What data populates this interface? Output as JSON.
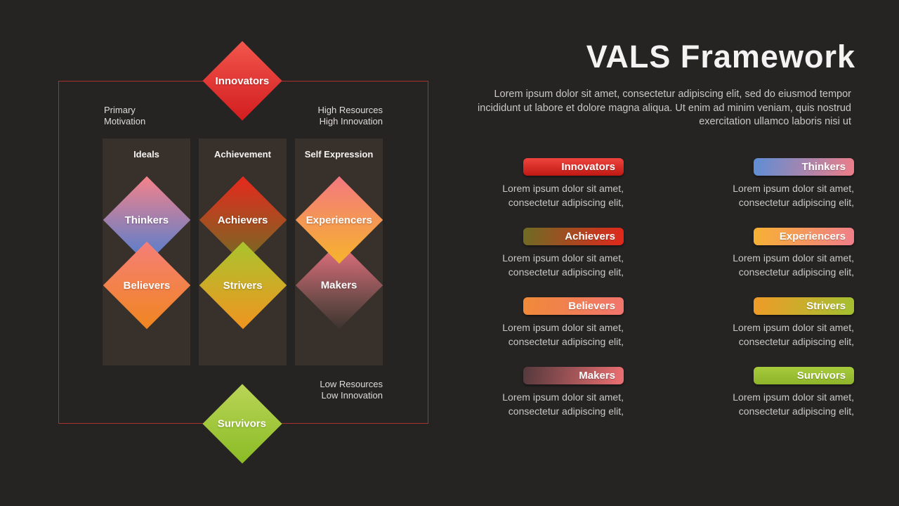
{
  "slide_title": "VALS Framework",
  "intro_text": "Lorem ipsum dolor sit amet, consectetur adipiscing elit, sed do eiusmod tempor incididunt ut labore et dolore magna aliqua. Ut enim ad minim veniam, quis nostrud exercitation ullamco laboris nisi ut",
  "diagram": {
    "top_diamond": "Innovators",
    "bottom_diamond": "Survivors",
    "labels": {
      "primary_motivation": "Primary\nMotivation",
      "high_resources": "High Resources\nHigh Innovation",
      "low_resources": "Low Resources\nLow Innovation"
    },
    "columns": [
      {
        "title": "Ideals",
        "top": "Thinkers",
        "bottom": "Believers"
      },
      {
        "title": "Achievement",
        "top": "Achievers",
        "bottom": "Strivers"
      },
      {
        "title": "Self Expression",
        "top": "Experiencers",
        "bottom": "Makers"
      }
    ]
  },
  "legend": {
    "left_items": [
      {
        "label": "Innovators",
        "text": "Lorem ipsum dolor sit amet, consectetur adipiscing elit,"
      },
      {
        "label": "Achievers",
        "text": "Lorem ipsum dolor sit amet, consectetur adipiscing elit,"
      },
      {
        "label": "Believers",
        "text": "Lorem ipsum dolor sit amet, consectetur adipiscing elit,"
      },
      {
        "label": "Makers",
        "text": "Lorem ipsum dolor sit amet, consectetur adipiscing elit,"
      }
    ],
    "right_items": [
      {
        "label": "Thinkers",
        "text": "Lorem ipsum dolor sit amet, consectetur adipiscing elit,"
      },
      {
        "label": "Experiencers",
        "text": "Lorem ipsum dolor sit amet, consectetur adipiscing elit,"
      },
      {
        "label": "Strivers",
        "text": "Lorem ipsum dolor sit amet, consectetur adipiscing elit,"
      },
      {
        "label": "Survivors",
        "text": "Lorem ipsum dolor sit amet, consectetur adipiscing elit,"
      }
    ]
  },
  "colors": {
    "background": "#262323",
    "frame_red": "#a8332e",
    "column_background": "#37302b",
    "text_primary": "#f4f2f2",
    "text_secondary": "#c9c7c7",
    "gradients": {
      "innovators": [
        "#f2564d",
        "#d21d1f"
      ],
      "thinkers": [
        "#5d8ed6",
        "#ee7d88"
      ],
      "achievers": [
        "#6d6c24",
        "#e2271c"
      ],
      "experiencers": [
        "#f7b233",
        "#f07d8a"
      ],
      "believers": [
        "#f08a38",
        "#f2746e"
      ],
      "strivers": [
        "#f09b28",
        "#a3c030"
      ],
      "makers": [
        "#54393c",
        "#ed6f72"
      ],
      "survivors": [
        "#a6cb3c",
        "#8fb32a"
      ]
    }
  }
}
